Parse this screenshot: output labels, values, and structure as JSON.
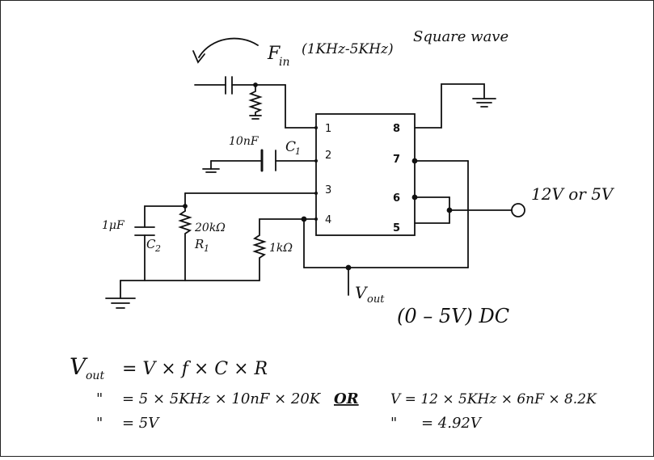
{
  "input": {
    "signal_symbol": "F",
    "signal_sub": "in",
    "range": "(1KHz-5KHz)",
    "wave": "Square wave"
  },
  "components": {
    "cap_in_value": "10nF",
    "cap_in_name": "C",
    "cap_in_sub": "1",
    "cap_timing_value": "1μF",
    "cap_timing_name": "C",
    "cap_timing_sub": "2",
    "res_timing_value": "20kΩ",
    "res_timing_name": "R",
    "res_timing_sub": "1",
    "res_pull_value": "1kΩ"
  },
  "ic": {
    "pins_left": [
      "1",
      "2",
      "3",
      "4"
    ],
    "pins_right": [
      "8",
      "7",
      "6",
      "5"
    ]
  },
  "supply": {
    "label": "12V or 5V"
  },
  "output": {
    "label": "V",
    "label_sub": "out",
    "range": "(0 – 5V) DC"
  },
  "formula": {
    "line1_lhs": "V",
    "line1_lhs_sub": "out",
    "line1_rhs": "= V  × f  × C  × R",
    "ditto": "\"",
    "line2_a": "=  5 × 5KHz × 10nF × 20K",
    "or_word": "OR",
    "line2_b": "V  = 12 × 5KHz × 6nF × 8.2K",
    "line3_a": "=  5V",
    "line3_b": "=  4.92V"
  },
  "colors": {
    "ink": "#111111",
    "background": "#ffffff"
  }
}
